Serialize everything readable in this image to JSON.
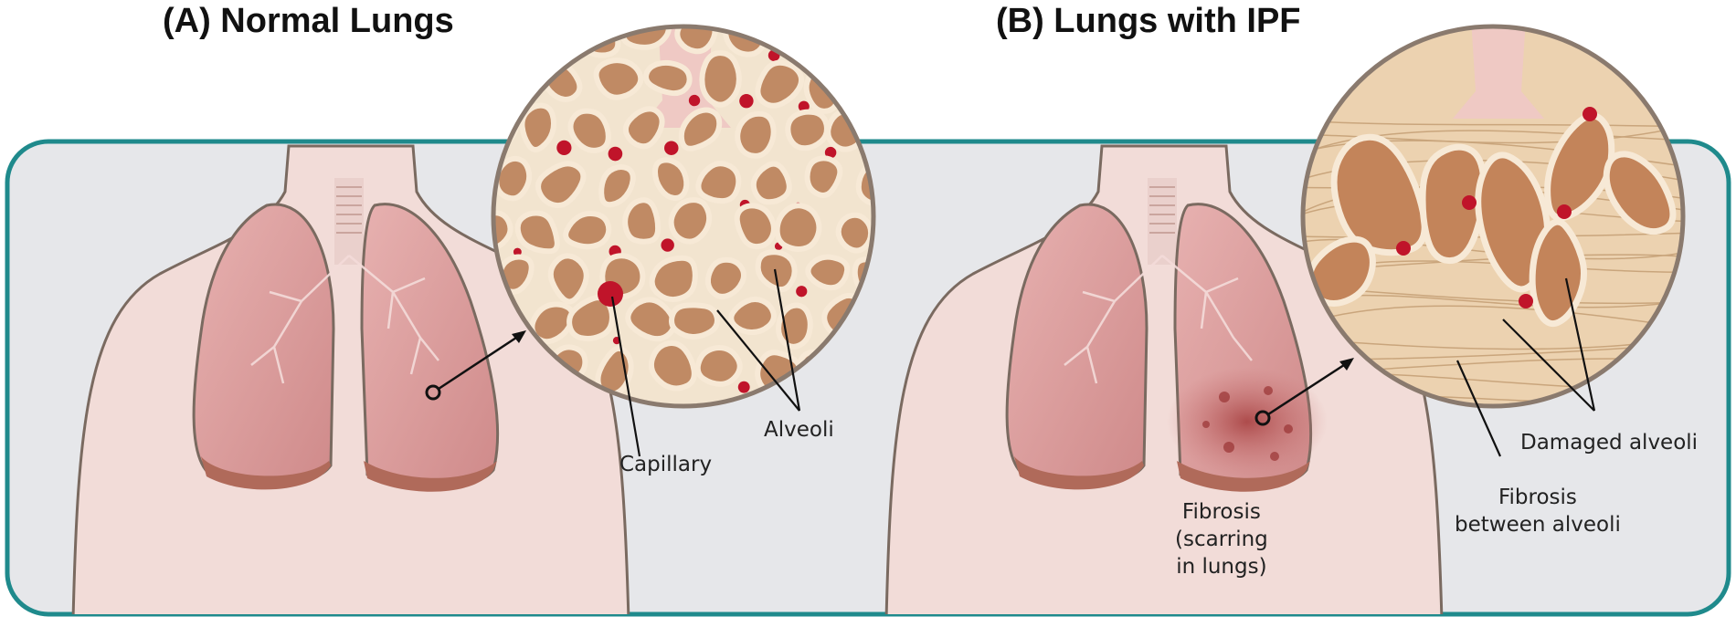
{
  "panels": {
    "a": {
      "title": "(A) Normal Lungs"
    },
    "b": {
      "title": "(B) Lungs with IPF"
    }
  },
  "labels": {
    "capillary": "Capillary",
    "alveoli": "Alveoli",
    "fibrosis_lines": [
      "Fibrosis",
      "(scarring",
      "in lungs)"
    ],
    "damaged_alveoli": "Damaged alveoli",
    "fibrosis_between_lines": [
      "Fibrosis",
      "between alveoli"
    ]
  },
  "colors": {
    "frame": "#1f8a8c",
    "panel_bg": "#e6e7ea",
    "skin": "#f2dcd8",
    "skin_outline": "#7a6a60",
    "lung": "#d99a9a",
    "lung_dark": "#b06a5a",
    "alveolus": "#c08a64",
    "alveolus_rim": "#f7e9d6",
    "capillary": "#c0142a",
    "fibrosis": "#e8caa8"
  }
}
